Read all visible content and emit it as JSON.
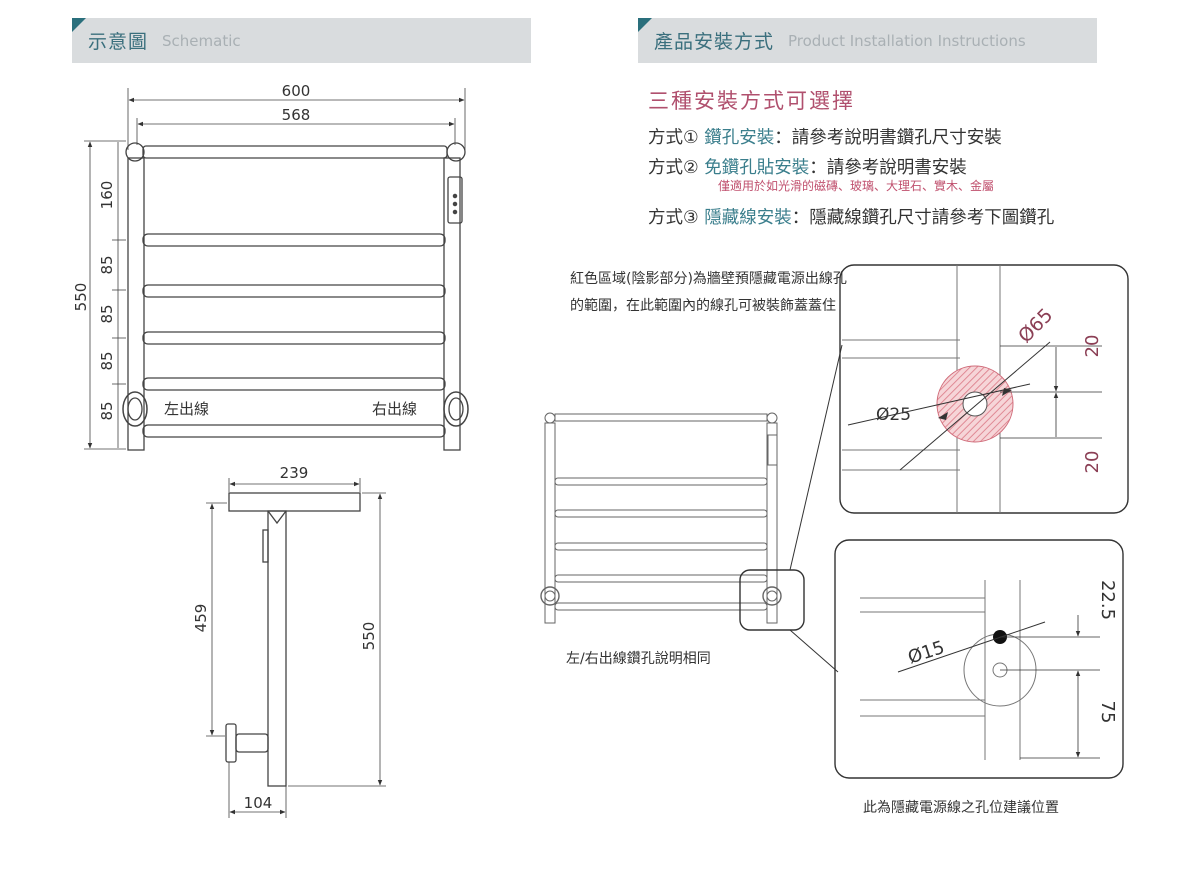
{
  "header_left": {
    "zh": "示意圖",
    "en": "Schematic"
  },
  "header_right": {
    "zh": "產品安裝方式",
    "en": "Product Installation Instructions"
  },
  "install": {
    "subtitle": "三種安裝方式可選擇",
    "methods": [
      {
        "prefix": "方式①",
        "name": "鑽孔安裝",
        "desc": "：請參考說明書鑽孔尺寸安裝"
      },
      {
        "prefix": "方式②",
        "name": "免鑽孔貼安裝",
        "desc": "：請參考說明書安裝"
      },
      {
        "prefix": "方式③",
        "name": "隱藏線安裝",
        "desc": "：隱藏線鑽孔尺寸請參考下圖鑽孔"
      }
    ],
    "method2_note": "僅適用於如光滑的磁磚、玻璃、大理石、實木、金屬"
  },
  "front_view": {
    "dims": {
      "overall_width": "600",
      "rail_width": "568",
      "height": "550",
      "seg_top": "160",
      "seg1": "85",
      "seg2": "85",
      "seg3": "85",
      "seg_bottom": "85"
    },
    "left_outlet": "左出線",
    "right_outlet": "右出線"
  },
  "side_view": {
    "dims": {
      "top_depth": "239",
      "height_inner": "459",
      "height": "550",
      "base": "104"
    }
  },
  "concealed": {
    "red_note_line1": "紅色區域(陰影部分)為牆壁預隱藏電源出線孔",
    "red_note_line2": "的範圍，在此範圍內的線孔可被裝飾蓋蓋住",
    "same_note": "左/右出線鑽孔說明相同",
    "detail1": {
      "d_outer": "Ø65",
      "d_inner": "Ø25",
      "up": "20",
      "down": "20"
    },
    "detail2": {
      "d": "Ø15",
      "top": "22.5",
      "bottom": "75"
    },
    "position_note": "此為隱藏電源線之孔位建議位置"
  },
  "colors": {
    "teal": "#3a6f7d",
    "pink": "#b0506e",
    "hatch": "#e9a0a8"
  }
}
